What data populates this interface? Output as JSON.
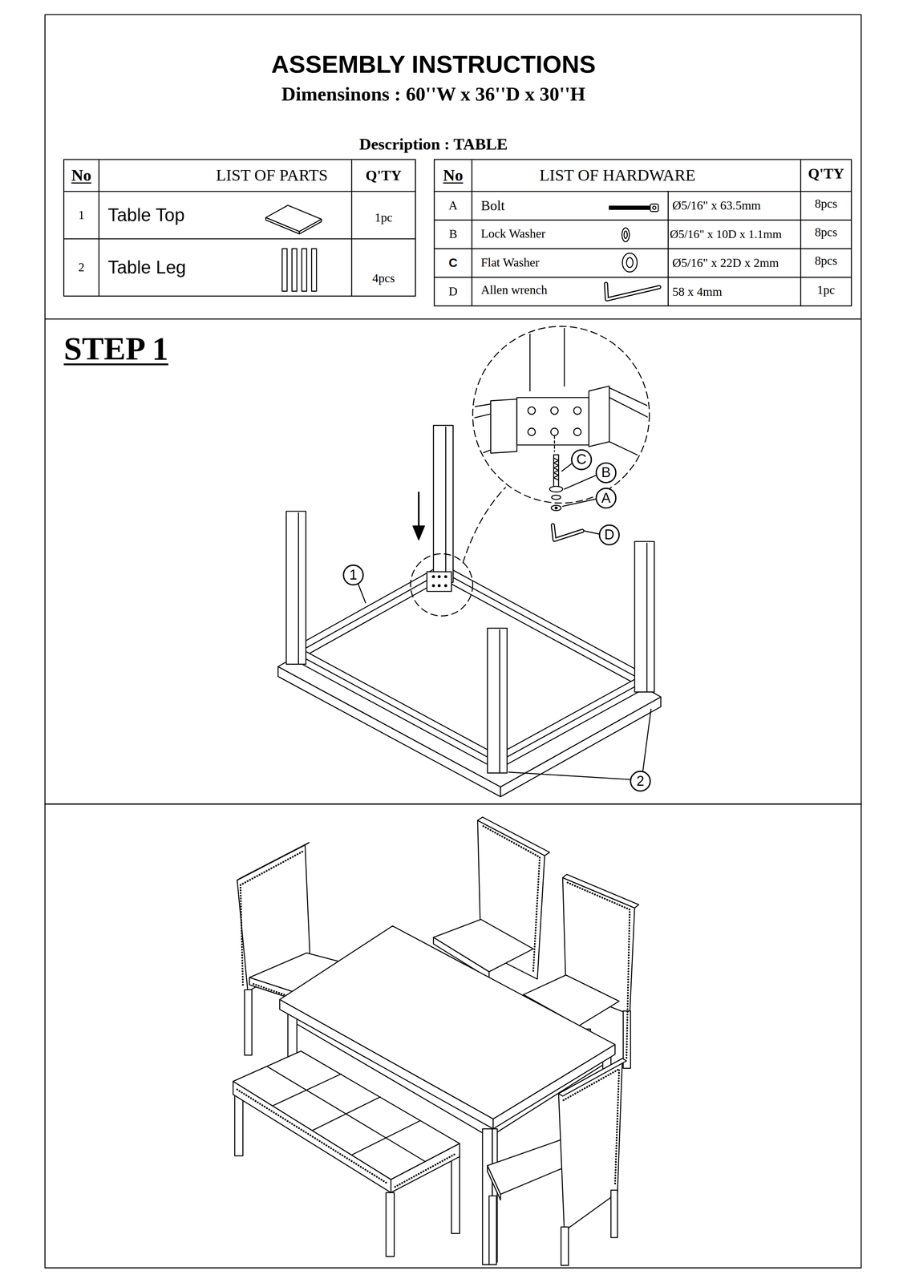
{
  "diagram": {
    "title": "ASSEMBLY INSTRUCTIONS",
    "labels": [
      "Dimensinons : 60''W x 36''D x 30''H",
      "Description : TABLE",
      "No",
      "LIST OF  PARTS",
      "Q'TY",
      "1",
      "Table Top",
      "1pc",
      "2",
      "Table Leg",
      "4pcs",
      "No",
      "LIST OF HARDWARE",
      "Q'TY",
      "A",
      "Bolt",
      "Ø5/16\" x 63.5mm",
      "8pcs",
      "B",
      "Lock Washer",
      "Ø5/16\" x 10D x 1.1mm",
      "8pcs",
      "C",
      "Flat Washer",
      "Ø5/16\" x 22D x 2mm",
      "8pcs",
      "D",
      "Allen wrench",
      "58 x 4mm",
      "1pc",
      "STEP 1",
      "1",
      "C",
      "B",
      "A",
      "D",
      "2"
    ]
  }
}
